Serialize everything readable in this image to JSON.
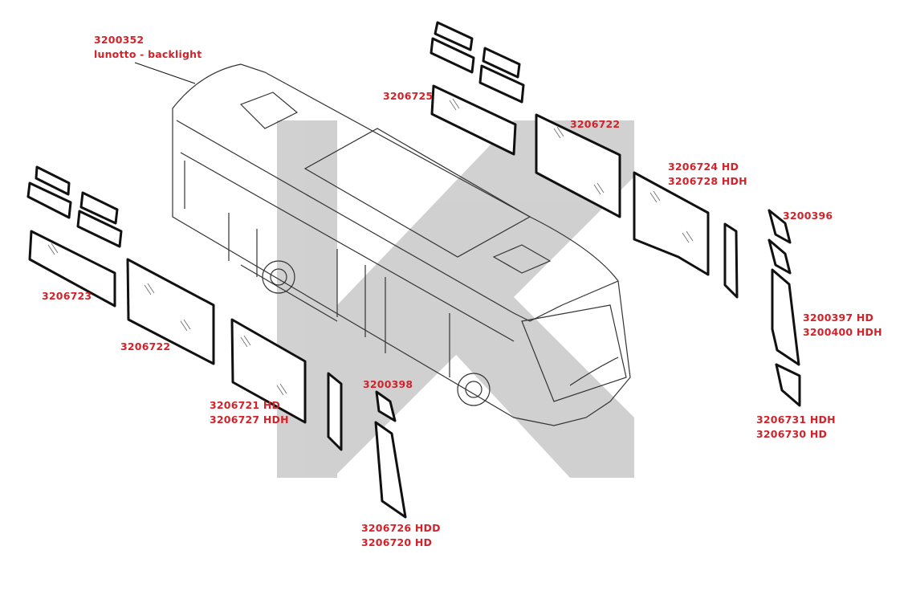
{
  "colors": {
    "label": "#d2232a",
    "watermark": "#cccccc",
    "outline": "#111111"
  },
  "labels": {
    "backlight_code": "3200352",
    "backlight_name": "lunotto - backlight",
    "p3206725": "3206725",
    "p3206722_right": "3206722",
    "p3206724": "3206724 HD",
    "p3206728": "3206728 HDH",
    "p3200396": "3200396",
    "p3200397": "3200397 HD",
    "p3200400": "3200400 HDH",
    "p3206731": "3206731 HDH",
    "p3206730": "3206730 HD",
    "p3206723": "3206723",
    "p3206722_left": "3206722",
    "p3206721": "3206721 HD",
    "p3206727": "3206727 HDH",
    "p3200398": "3200398",
    "p3206726": "3206726 HDD",
    "p3206720": "3206720 HD"
  }
}
